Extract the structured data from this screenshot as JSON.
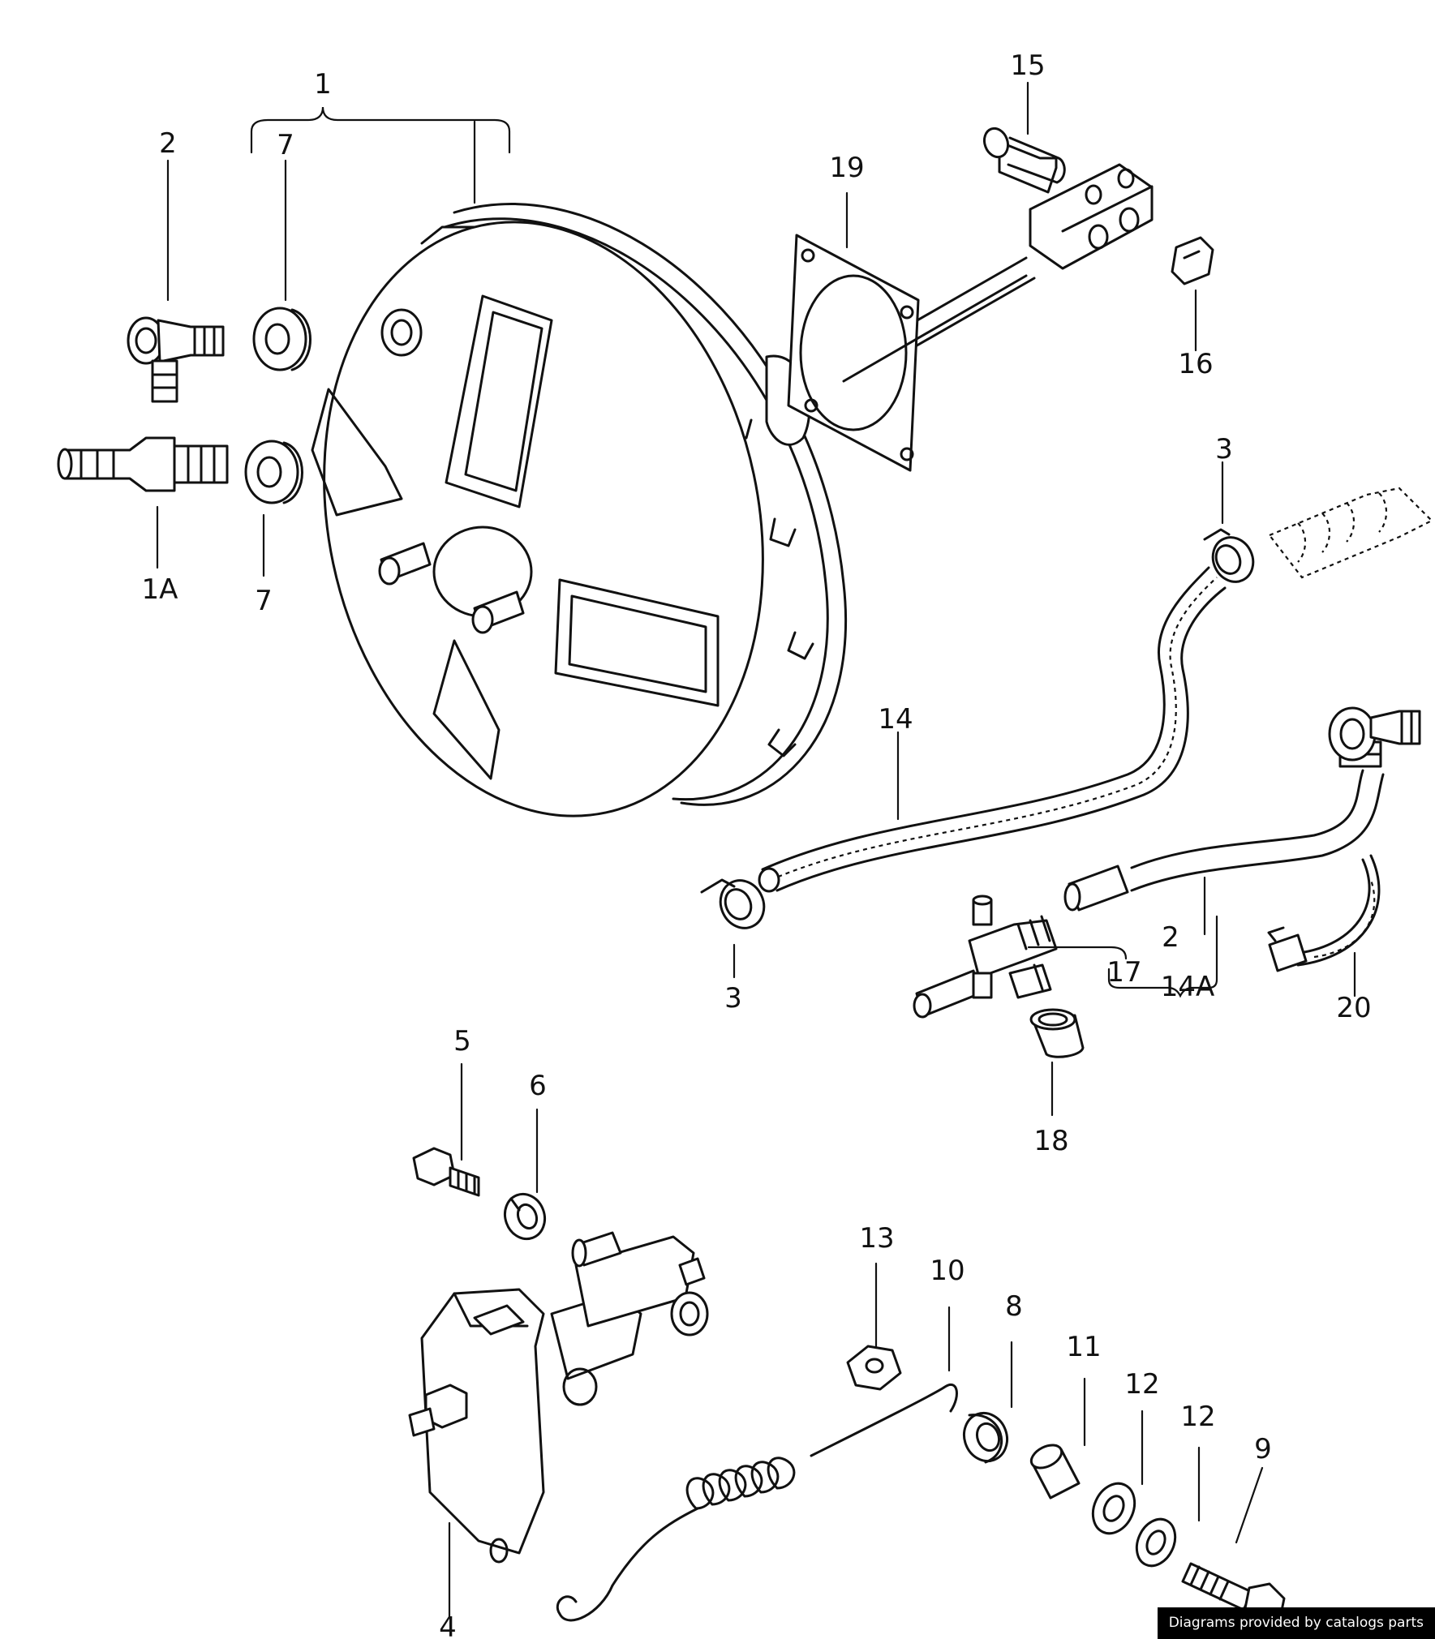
{
  "diagram": {
    "callouts": {
      "c1": "1",
      "c1a": "1A",
      "c2_top": "2",
      "c2_hose": "2",
      "c3_top": "3",
      "c3_bottom": "3",
      "c4": "4",
      "c5": "5",
      "c6": "6",
      "c7_top": "7",
      "c7_bottom": "7",
      "c8": "8",
      "c9": "9",
      "c10": "10",
      "c11": "11",
      "c12_a": "12",
      "c12_b": "12",
      "c13": "13",
      "c14": "14",
      "c14a": "14A",
      "c15": "15",
      "c16": "16",
      "c17": "17",
      "c18": "18",
      "c19": "19",
      "c20": "20"
    }
  },
  "footer": {
    "credit": "Diagrams provided by catalogs parts"
  },
  "colors": {
    "ink": "#111111",
    "paper": "#ffffff",
    "credit_bg": "#000000",
    "credit_text": "#ffffff"
  }
}
